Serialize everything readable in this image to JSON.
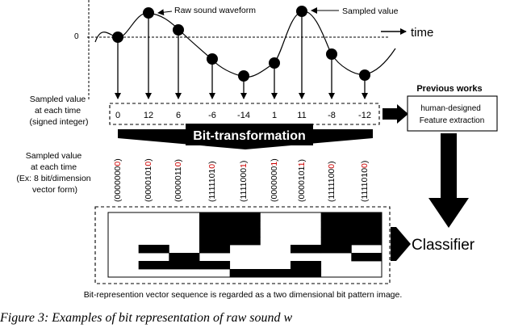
{
  "waveform": {
    "zero_label": "0",
    "time_label": "time",
    "raw_label": "Raw sound waveform",
    "sampled_label": "Sampled value"
  },
  "samples": {
    "row_label": [
      "Sampled value",
      "at each time",
      "(signed integer)"
    ],
    "values": [
      "0",
      "12",
      "6",
      "-6",
      "-14",
      "1",
      "11",
      "-8",
      "-12"
    ]
  },
  "previous_works": {
    "heading": "Previous works",
    "box_text": [
      "human-designed",
      "Feature extraction"
    ]
  },
  "bit_transform": {
    "label": "Bit-transformation"
  },
  "bit_vectors": {
    "row_label": [
      "Sampled value",
      "at each time",
      "(Ex: 8 bit/dimension",
      "vector form)"
    ],
    "items": [
      {
        "prefix": "(0000000",
        "last": "0",
        "close": ")"
      },
      {
        "prefix": "(0000101",
        "last": "0",
        "close": ")"
      },
      {
        "prefix": "(0000011",
        "last": "0",
        "close": ")"
      },
      {
        "prefix": "(1111101",
        "last": "0",
        "close": ")"
      },
      {
        "prefix": "(1111000",
        "last": "1",
        "close": ")"
      },
      {
        "prefix": "(0000000",
        "last": "1",
        "close": ")"
      },
      {
        "prefix": "(0000101",
        "last": "1",
        "close": ")"
      },
      {
        "prefix": "(1111100",
        "last": "0",
        "close": ")"
      },
      {
        "prefix": "(1111010",
        "last": "0",
        "close": ")"
      }
    ]
  },
  "bit_image": {
    "columns": [
      "00000000",
      "00001010",
      "00000110",
      "11111010",
      "11110001",
      "00000001",
      "00001011",
      "11111000",
      "11110100"
    ]
  },
  "classifier": {
    "label": "Classifier"
  },
  "bottom_note": "Bit-represention vector sequence is regarded as a two dimensional bit pattern image.",
  "figure_caption": "Figure 3:  Examples of bit representation of raw sound w",
  "colors": {
    "highlight_bit": "#cc0000",
    "ink": "#000000"
  }
}
